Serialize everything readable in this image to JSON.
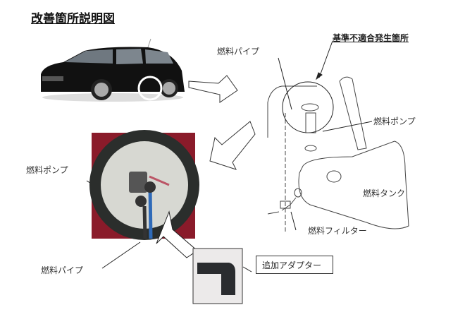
{
  "title": "改善箇所説明図",
  "labels": {
    "nonconformity_location": "基準不適合発生箇所",
    "fuel_pipe_top": "燃料パイプ",
    "fuel_pump_right": "燃料ポンプ",
    "fuel_tank": "燃料タンク",
    "fuel_filter": "燃料フィルター",
    "fuel_pump_left": "燃料ポンプ",
    "fuel_pipe_bottom": "燃料パイプ",
    "additional_adapter": "追加アダプター"
  }
}
